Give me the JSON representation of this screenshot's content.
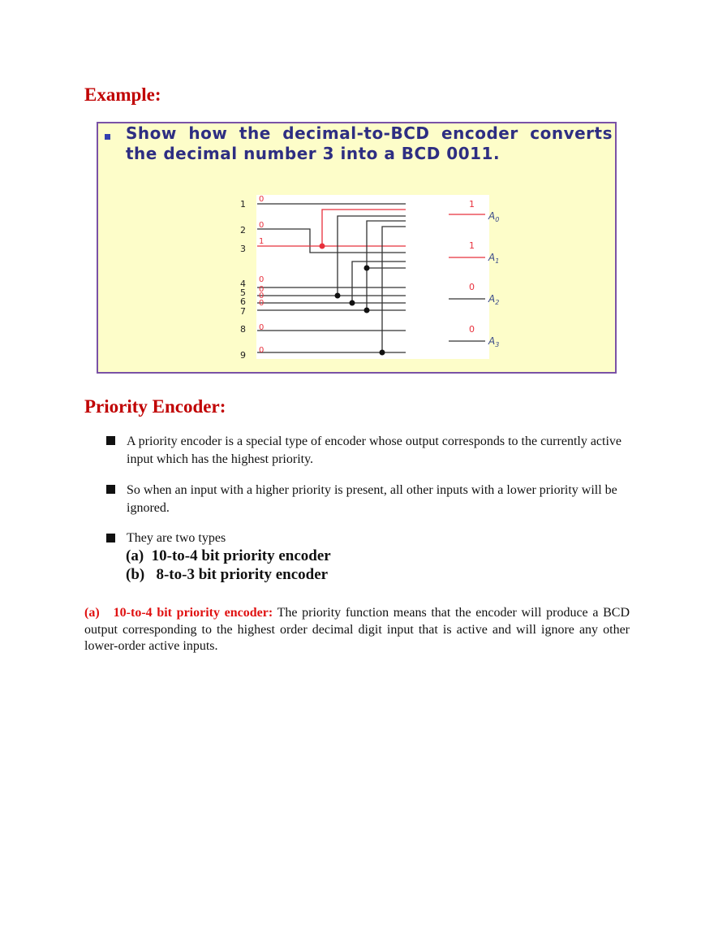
{
  "example": {
    "heading": "Example:",
    "box_text": "Show how the decimal-to-BCD encoder converts the decimal number 3 into a BCD 0011.",
    "diagram": {
      "inputs": [
        "1",
        "2",
        "3",
        "4",
        "5",
        "6",
        "7",
        "8",
        "9"
      ],
      "input_values": [
        "0",
        "0",
        "1",
        "0",
        "0",
        "0",
        "0",
        "0",
        "0"
      ],
      "outputs": [
        "A0",
        "A1",
        "A2",
        "A3"
      ],
      "output_values": [
        "1",
        "1",
        "0",
        "0"
      ],
      "active_color": "#e8303c"
    }
  },
  "priority": {
    "heading": "Priority Encoder:",
    "bullets": [
      "A priority encoder is a special type of encoder whose output corresponds to the currently active input which has the highest priority.",
      "So when an input with a higher priority is present, all other inputs with a lower priority will be ignored.",
      "They are two types"
    ],
    "types": [
      "(a)  10-to-4 bit priority encoder",
      "(b)   8-to-3 bit priority encoder"
    ],
    "para_label": "(a)   10-to-4 bit priority encoder:",
    "para_text": " The priority function means that the encoder will produce a BCD output corresponding to the highest order decimal digit input that is active and will ignore any other lower-order active inputs."
  }
}
